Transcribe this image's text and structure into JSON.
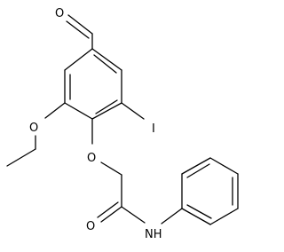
{
  "structure": {
    "type": "chemical-structure",
    "atom_labels": {
      "aldehyde_o": "O",
      "ether_o": "O",
      "phenoxy_o": "O",
      "iodine": "I",
      "carbonyl_o": "O",
      "amide_nh": "NH"
    },
    "colors": {
      "bond": "#000000",
      "text": "#000000",
      "background": "#ffffff"
    }
  }
}
